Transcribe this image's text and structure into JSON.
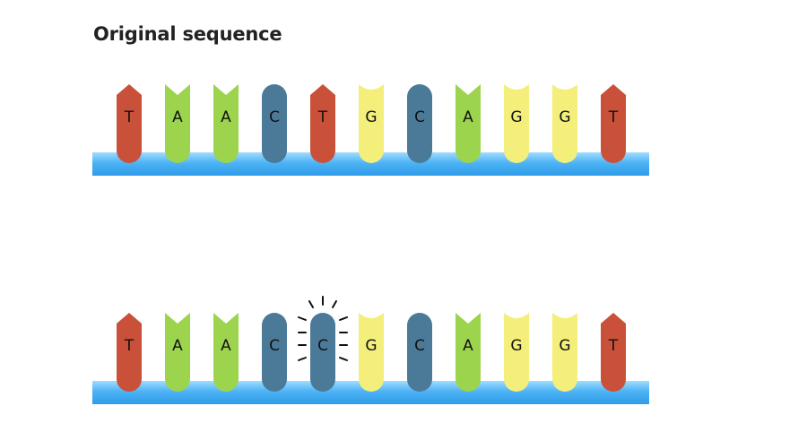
{
  "title": "Original sequence",
  "strands": [
    {
      "bases": [
        "T",
        "A",
        "A",
        "C",
        "T",
        "G",
        "C",
        "A",
        "G",
        "G",
        "T"
      ],
      "highlighted_index": null
    },
    {
      "bases": [
        "T",
        "A",
        "A",
        "C",
        "C",
        "G",
        "C",
        "A",
        "G",
        "G",
        "T"
      ],
      "highlighted_index": 4
    }
  ],
  "base_colors": {
    "T": "#c9513a",
    "A": "#9cd44e",
    "C": "#4b7a99",
    "G": "#f3ef7a"
  },
  "backbone_color": "#4db3f5",
  "base_shapes": {
    "T": "point-up",
    "A": "notch-down",
    "C": "rounded",
    "G": "cup"
  }
}
